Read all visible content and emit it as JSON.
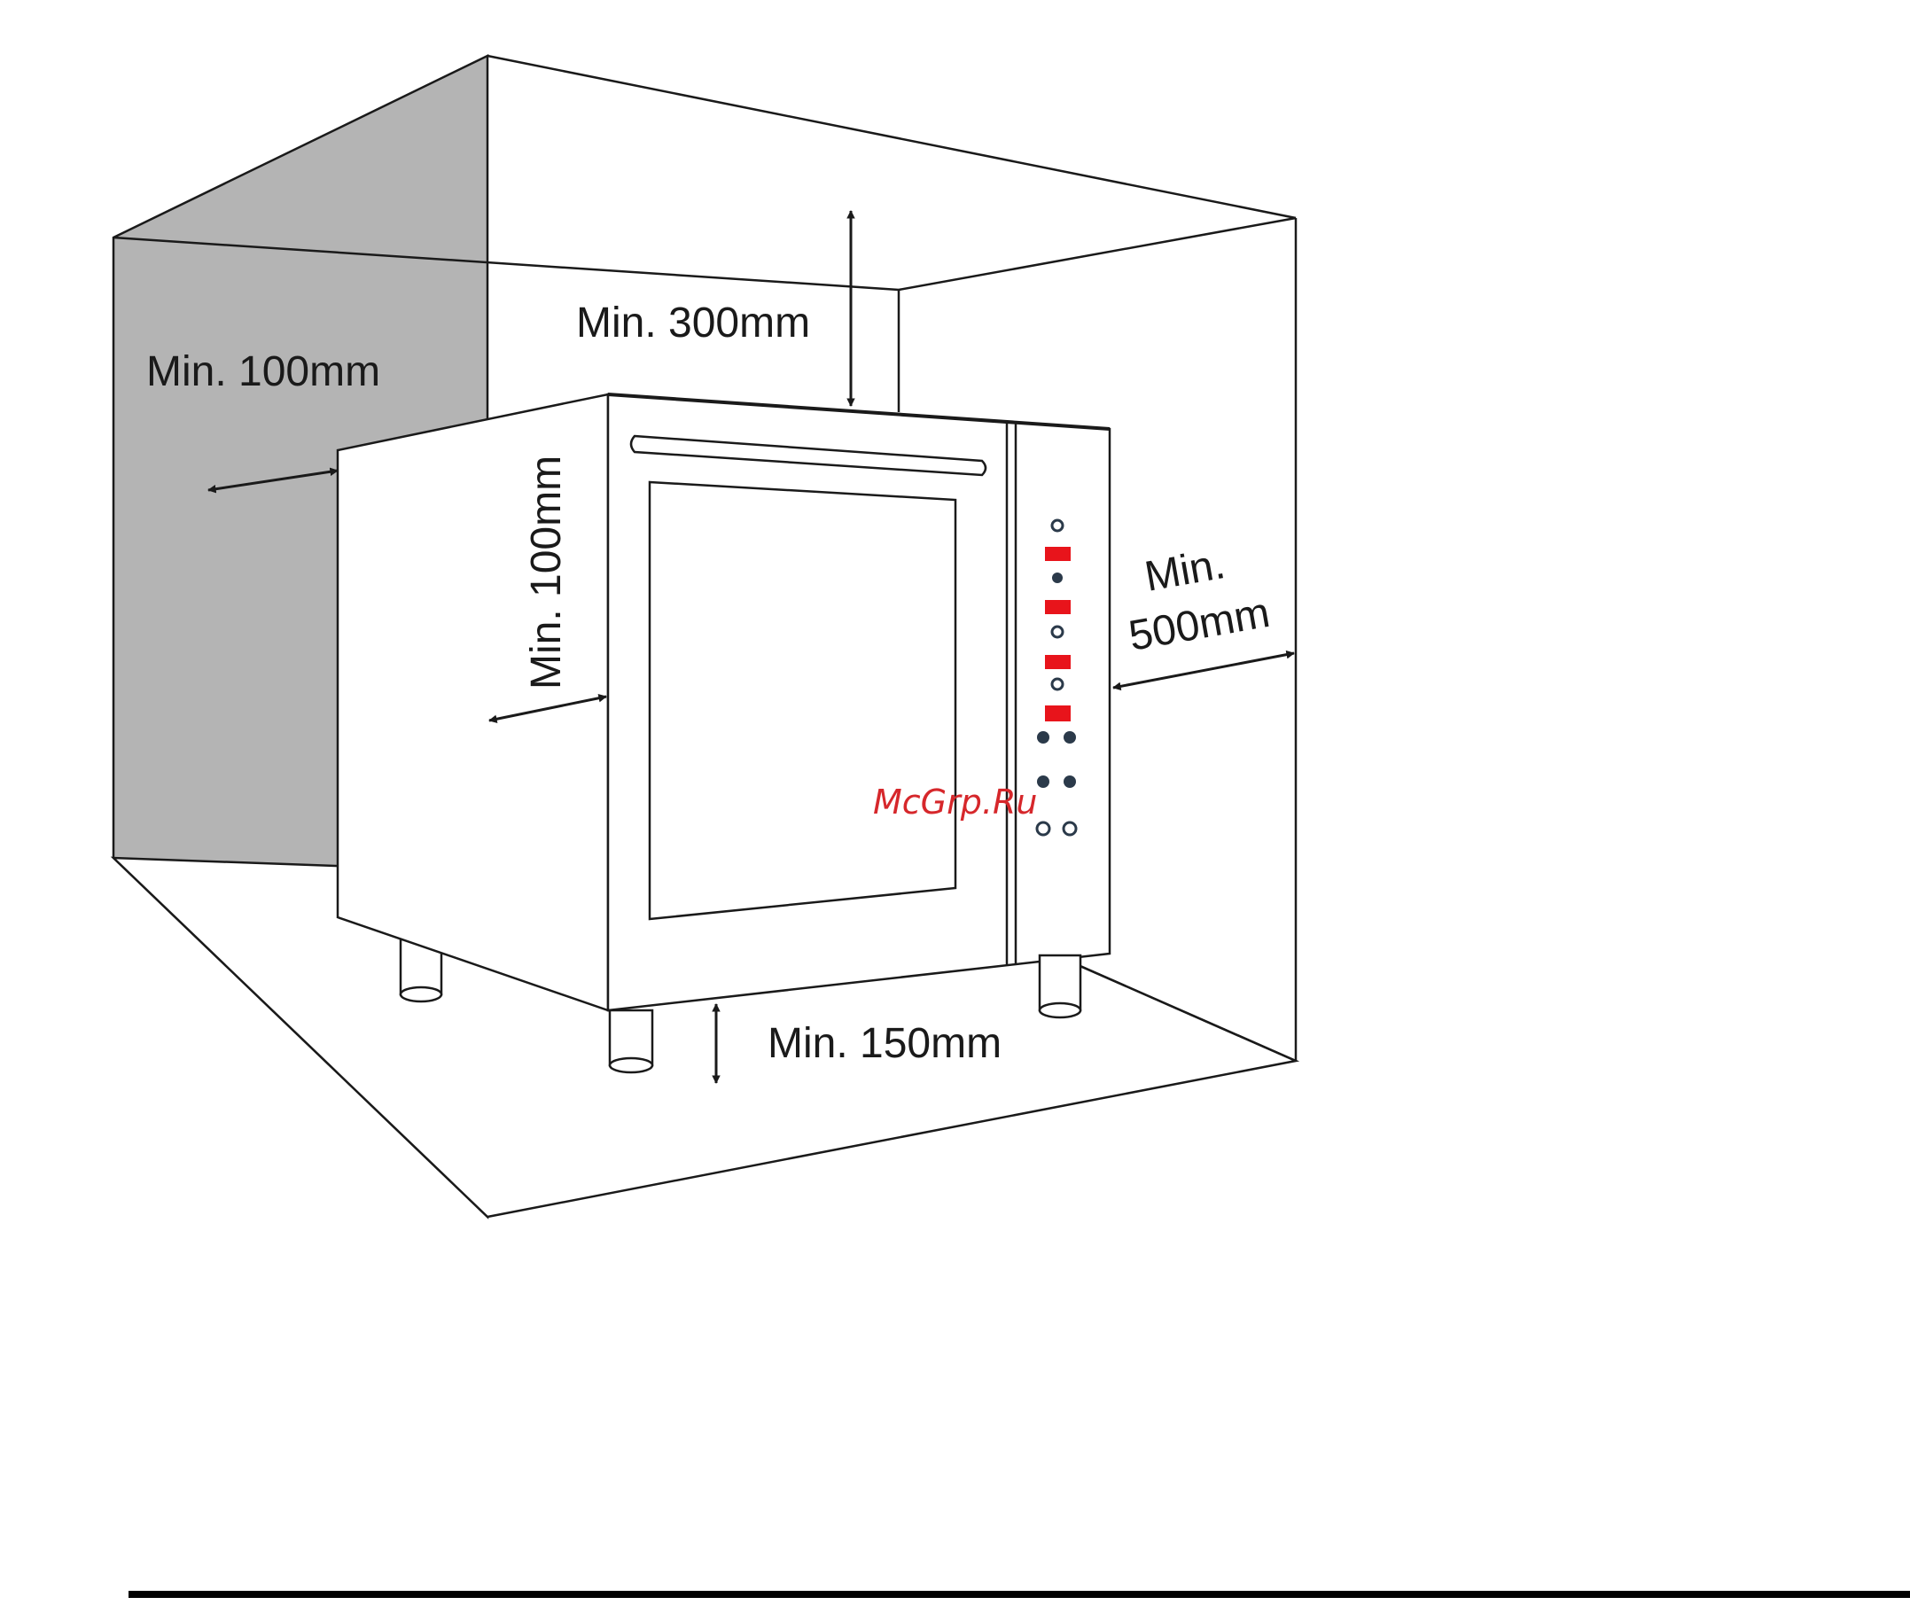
{
  "labels": {
    "top": "Min. 300mm",
    "left_wall": "Min. 100mm",
    "back": "Min. 100mm",
    "right_line1": "Min.",
    "right_line2": "500mm",
    "bottom": "Min. 150mm"
  },
  "watermark": "McGrp.Ru",
  "colors": {
    "wall_shade": "#b4b4b4",
    "line": "#1a1a1a",
    "display": "#e8141b",
    "button": "#2b3a4a"
  }
}
